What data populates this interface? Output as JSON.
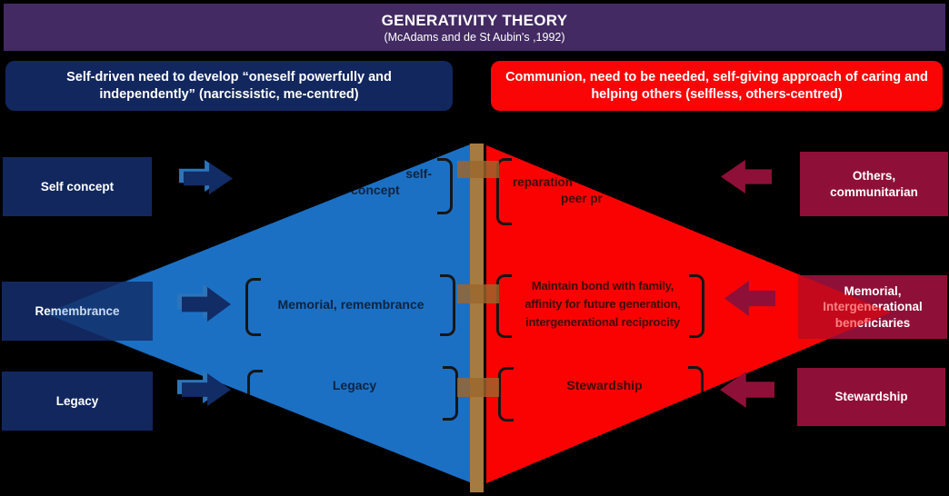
{
  "header": {
    "title": "GENERATIVITY THEORY",
    "subtitle": "(McAdams and de St Aubin's ,1992)"
  },
  "banners": {
    "agency": "Self-driven need to develop “oneself powerfully and independently” (narcissistic, me-centred)",
    "communion": "Communion,  need to be needed, self-giving approach of caring and helping others (selfless, others-centred)"
  },
  "left_column": {
    "items": [
      {
        "label": "Self concept"
      },
      {
        "label": "Remembrance"
      },
      {
        "label": "Legacy"
      }
    ]
  },
  "right_column": {
    "items": [
      {
        "line1": "Others,",
        "line2": "communitarian"
      },
      {
        "line1": "Memorial,",
        "line2": "Intergenerational",
        "line3": "beneficiaries"
      },
      {
        "line1": "Stewardship"
      }
    ]
  },
  "blue_triangle": {
    "items": [
      {
        "line1": "self-",
        "line2": "concept"
      },
      {
        "text": "Memorial, remembrance"
      },
      {
        "text": "Legacy"
      }
    ]
  },
  "red_triangle": {
    "items": [
      {
        "line1": "reparation",
        "line2": "peer pr"
      },
      {
        "line1": "Maintain bond with family,",
        "line2": "affinity for future generation,",
        "line3": "intergenerational reciprocity"
      },
      {
        "text": "Stewardship"
      }
    ]
  },
  "colors": {
    "header_bg": "#432a63",
    "navy": "#12275e",
    "maroon": "#8e1038",
    "blue_triangle": "#1c70c4",
    "red_triangle": "#fa0202",
    "red_pill": "#fa0505",
    "bar_brown": "#a57b42"
  }
}
